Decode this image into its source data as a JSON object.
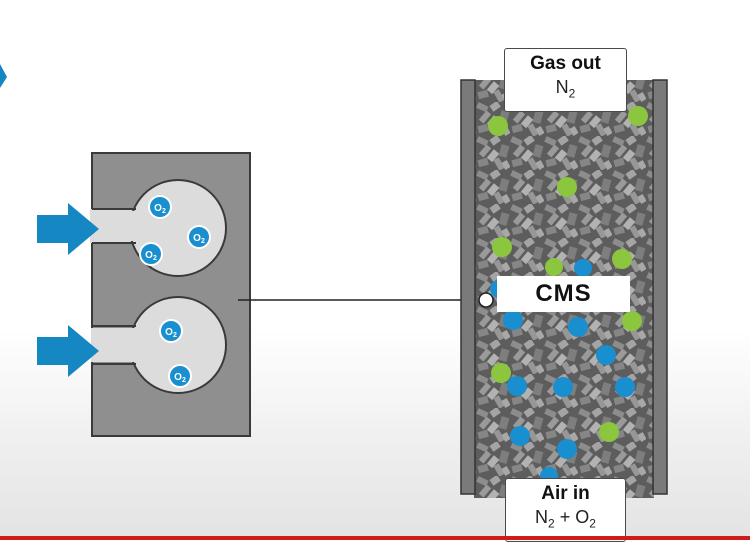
{
  "gas_out": {
    "title": "Gas out",
    "formula_base": "N",
    "formula_sub": "2"
  },
  "air_in": {
    "title": "Air in",
    "formula_a": "N",
    "formula_a_sub": "2",
    "plus": " + ",
    "formula_b": "O",
    "formula_b_sub": "2"
  },
  "cms_label": "CMS",
  "o2_molecule": {
    "base": "O",
    "sub": "2"
  },
  "colors": {
    "arrow_blue": "#1587c3",
    "molecule_blue": "#1a8fd0",
    "nitrogen_green": "#8cc63f",
    "chamber_gray": "#8f8f8f",
    "pore_light": "#dcdcdc",
    "column_wall": "#7a7a7a",
    "bed_dark": "#5a5a5a",
    "accent_red": "#d11a1a"
  }
}
